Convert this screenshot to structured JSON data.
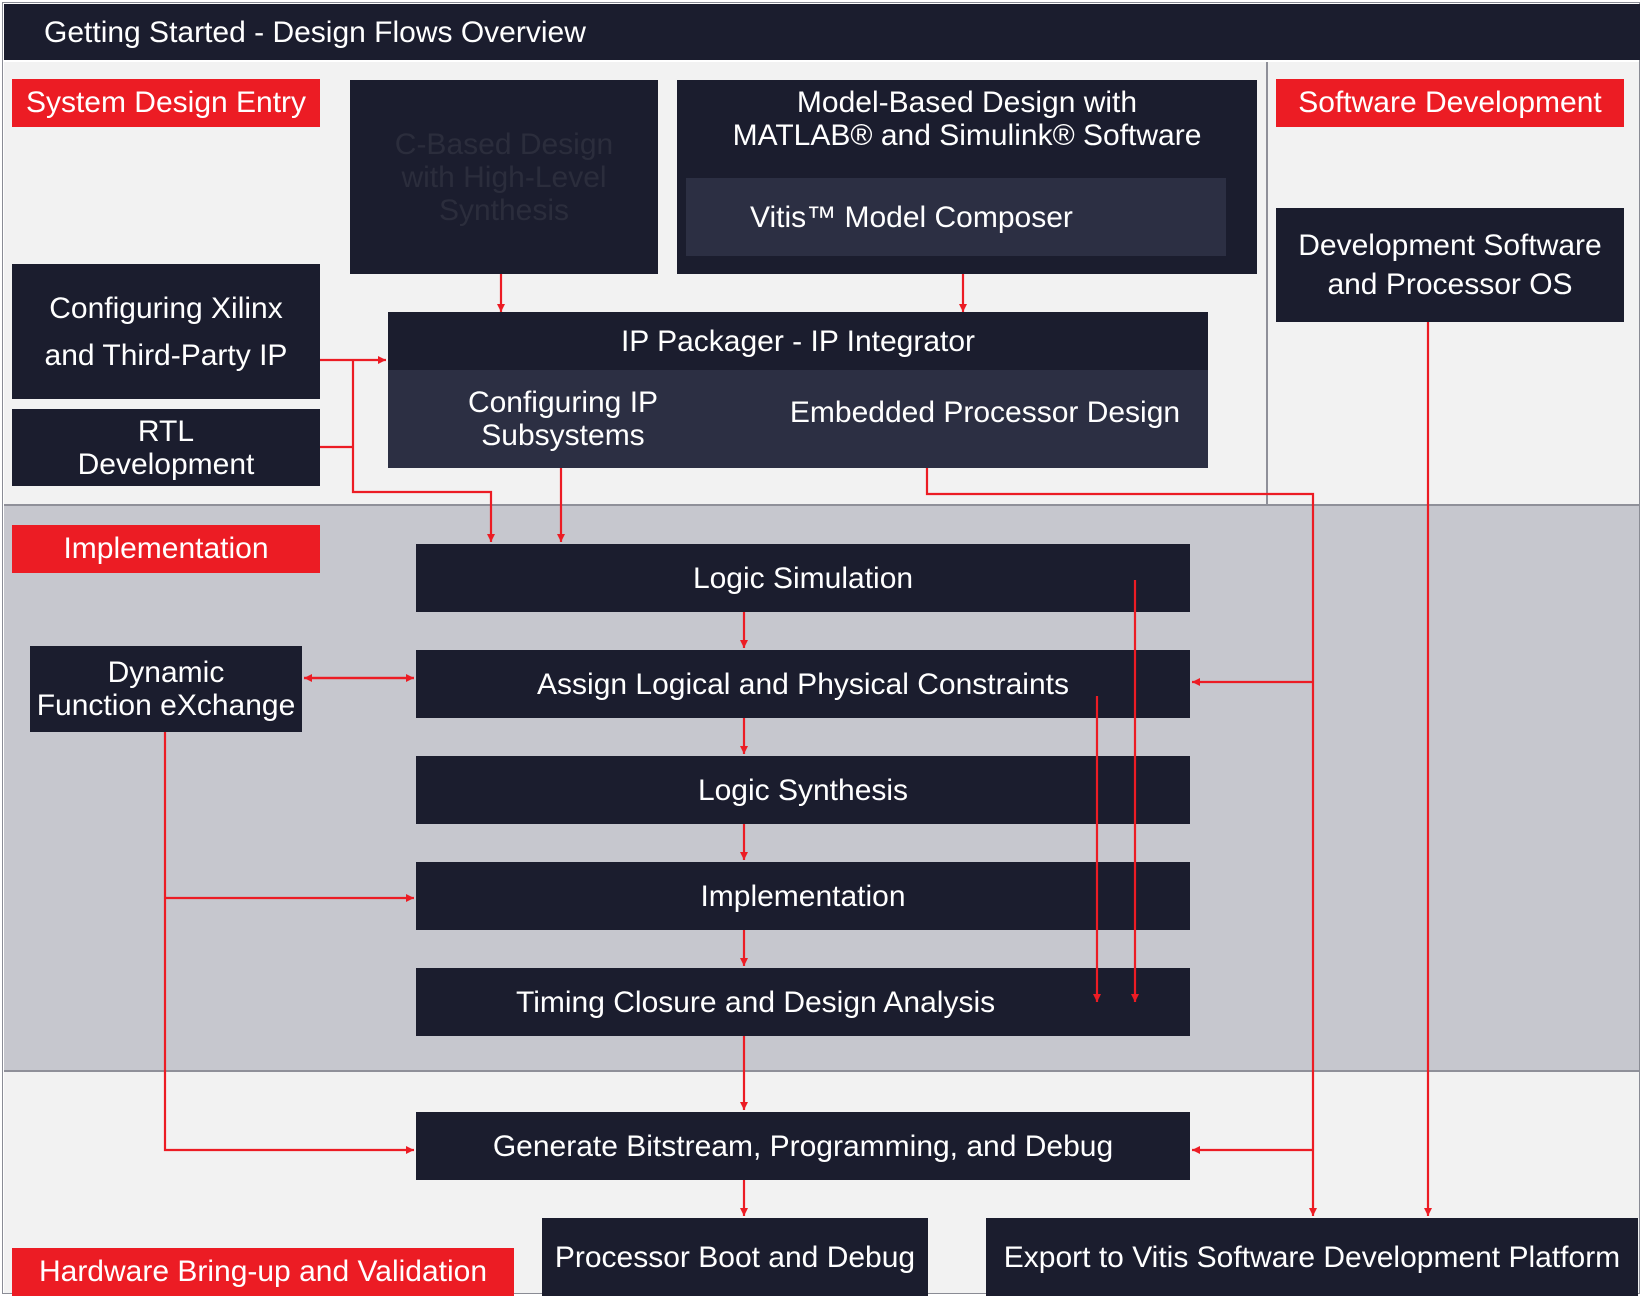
{
  "title": "Getting Started - Design Flows Overview",
  "colors": {
    "dark_box": "#1b1d2e",
    "sub_box": "#2c2f43",
    "accent_red": "#ec1c24",
    "band_light": "#f2f2f2",
    "band_gray": "#c6c7ce"
  },
  "sections": {
    "system_design_entry": "System Design Entry",
    "software_development": "Software Development",
    "implementation": "Implementation",
    "hardware_bringup": "Hardware Bring-up and Validation"
  },
  "entry": {
    "c_based": "C-Based Design\nwith High-Level\nSynthesis",
    "model_based": "Model-Based Design with\nMATLAB® and Simulink® Software",
    "vitis_model_composer": "Vitis™ Model Composer",
    "configuring_ip": "Configuring Xilinx\nand Third-Party IP",
    "rtl": "RTL\nDevelopment",
    "ip_packager": "IP Packager - IP Integrator",
    "configuring_subsystems": "Configuring IP\nSubsystems",
    "embedded_processor": "Embedded Processor Design"
  },
  "software": {
    "dev_software": "Development Software\nand Processor OS"
  },
  "flow": {
    "logic_simulation": "Logic Simulation",
    "constraints": "Assign Logical and Physical Constraints",
    "logic_synthesis": "Logic Synthesis",
    "implementation": "Implementation",
    "timing_closure": "Timing Closure and Design Analysis",
    "dfx": "Dynamic\nFunction eXchange"
  },
  "hardware": {
    "bitstream": "Generate Bitstream, Programming, and Debug",
    "processor_boot": "Processor Boot and Debug",
    "export_vitis": "Export to Vitis Software Development Platform"
  }
}
